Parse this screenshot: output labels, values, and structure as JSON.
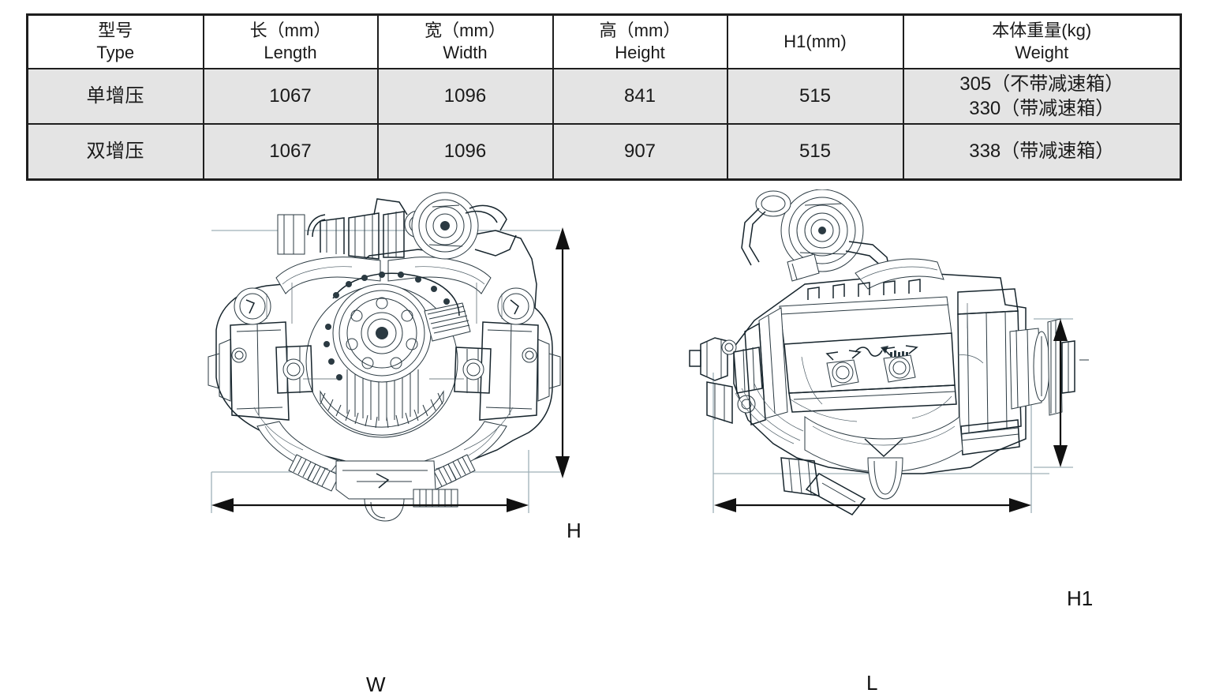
{
  "table": {
    "headers": [
      {
        "cn": "型号",
        "en": "Type"
      },
      {
        "cn": "长（mm）",
        "en": "Length"
      },
      {
        "cn": "宽（mm）",
        "en": "Width"
      },
      {
        "cn": "高（mm）",
        "en": "Height"
      },
      {
        "cn": "H1(mm)",
        "en": ""
      },
      {
        "cn": "本体重量(kg)",
        "en": "Weight"
      }
    ],
    "rows": [
      {
        "type": "单增压",
        "length": "1067",
        "width": "1096",
        "height": "841",
        "h1": "515",
        "weight_line1": "305（不带减速箱）",
        "weight_line2": "330（带减速箱）"
      },
      {
        "type": "双增压",
        "length": "1067",
        "width": "1096",
        "height": "907",
        "h1": "515",
        "weight_line1": "338（带减速箱）",
        "weight_line2": ""
      }
    ]
  },
  "drawings": {
    "front_view": {
      "name": "boxer-engine-front-view",
      "dim_height_label": "H",
      "dim_width_label": "W"
    },
    "side_view": {
      "name": "boxer-engine-side-view",
      "dim_h1_label": "H1",
      "dim_length_label": "L"
    }
  },
  "colors": {
    "table_border": "#1e1e1e",
    "header_bg": "#ffffff",
    "row_bg": "#e4e4e4",
    "text": "#1a1a1a",
    "drawing_line": "#2b3a42",
    "witness_line": "#9fb0b8",
    "dimension_line": "#111111"
  }
}
